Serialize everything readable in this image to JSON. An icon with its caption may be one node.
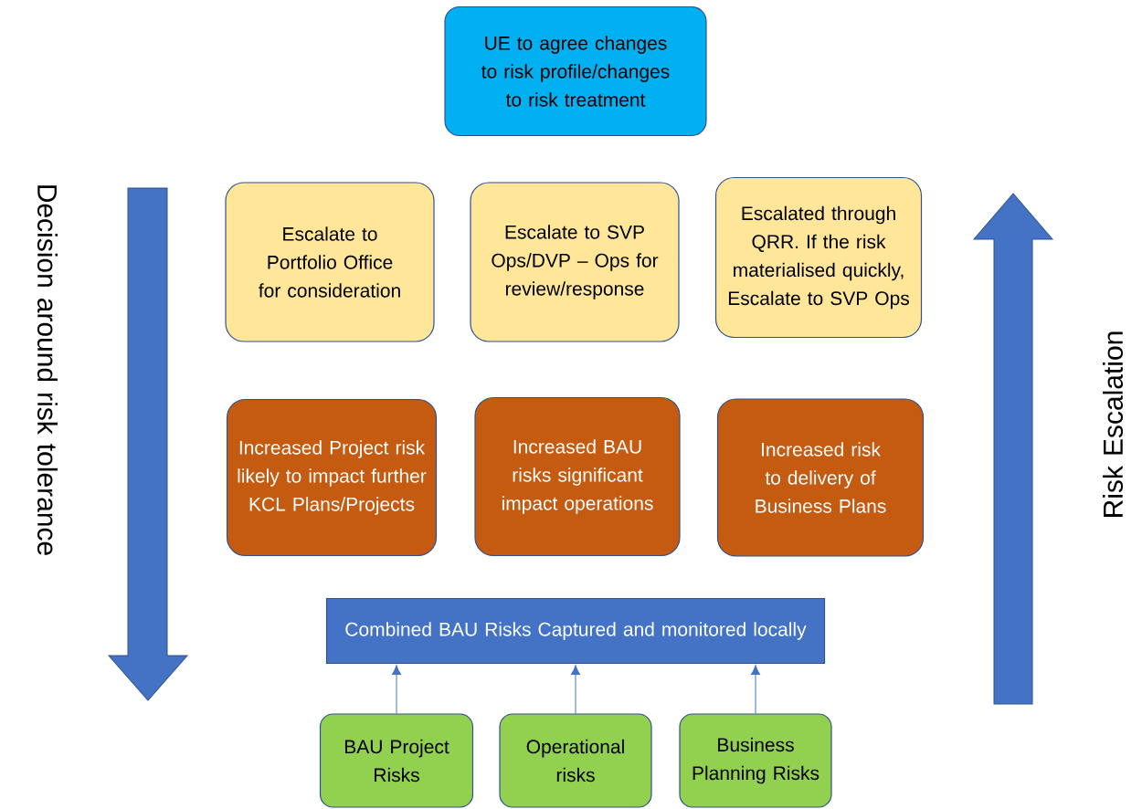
{
  "diagram": {
    "nodes": [
      {
        "text": [
          "UE to  agree changes to risk profile/changes to risk treatment"
        ]
      },
      {
        "text": [
          "Escalate to Portfolio Office for consideration"
        ]
      },
      {
        "text": [
          "Escalate to SVP Ops/DVP – Ops for review/response"
        ]
      },
      {
        "text": [
          "Escalated through QRR. If the risk materialised quickly, Escalate to SVP Ops"
        ]
      },
      {
        "text": [
          "Increased Project risk likely to impact further KCL Plans/Projects"
        ]
      },
      {
        "text": [
          "Increased BAU risks significant impact operations"
        ]
      },
      {
        "text": [
          "Increased risk to delivery of Business Plans"
        ]
      },
      {
        "text": [
          "Combined BAU Risks Captured and monitored locally"
        ]
      },
      {
        "text": [
          "BAU Project Risks"
        ]
      },
      {
        "text": [
          "Operational risks"
        ]
      },
      {
        "text": [
          "Business Planning Risks"
        ]
      }
    ],
    "edges": [
      {
        "from": 8,
        "to": 7,
        "arrow": "to"
      },
      {
        "from": 9,
        "to": 7,
        "arrow": "to"
      },
      {
        "from": 10,
        "to": 7,
        "arrow": "to"
      }
    ],
    "labels": [
      "Decision around risk tolerance",
      "Risk Escalation"
    ]
  }
}
